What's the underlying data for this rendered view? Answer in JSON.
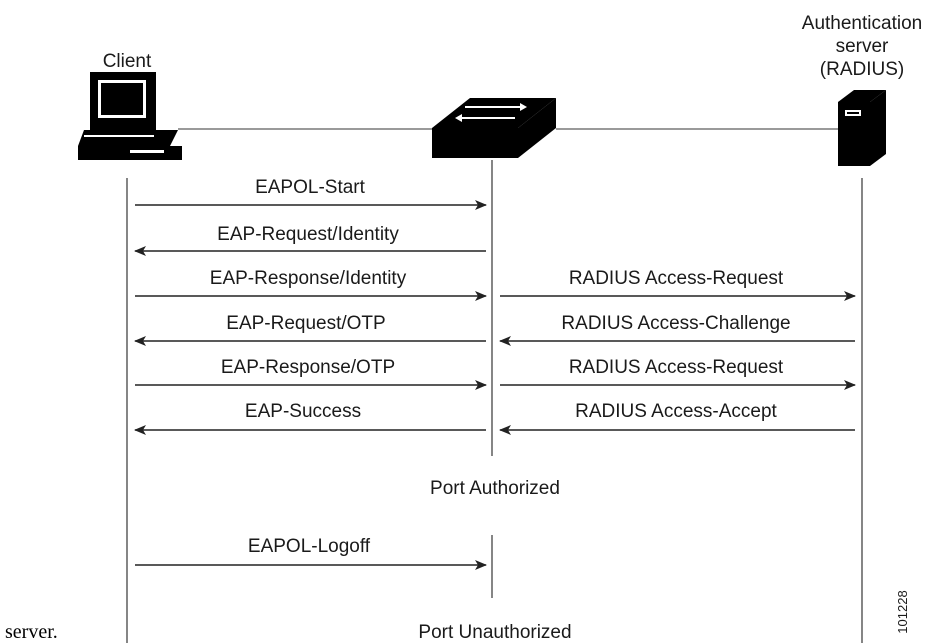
{
  "participants": {
    "client": "Client",
    "server_line1": "Authentication",
    "server_line2": "server",
    "server_line3": "(RADIUS)"
  },
  "client_switch_messages": [
    {
      "label": "EAPOL-Start",
      "direction": "right"
    },
    {
      "label": "EAP-Request/Identity",
      "direction": "left"
    },
    {
      "label": "EAP-Response/Identity",
      "direction": "right"
    },
    {
      "label": "EAP-Request/OTP",
      "direction": "left"
    },
    {
      "label": "EAP-Response/OTP",
      "direction": "right"
    },
    {
      "label": "EAP-Success",
      "direction": "left"
    }
  ],
  "switch_server_messages": [
    {
      "label": "RADIUS Access-Request",
      "direction": "right"
    },
    {
      "label": "RADIUS Access-Challenge",
      "direction": "left"
    },
    {
      "label": "RADIUS Access-Request",
      "direction": "right"
    },
    {
      "label": "RADIUS Access-Accept",
      "direction": "left"
    }
  ],
  "states": {
    "authorized": "Port Authorized",
    "logoff": "EAPOL-Logoff",
    "unauthorized": "Port Unauthorized"
  },
  "figure_id": "101228",
  "caption_fragment": "server."
}
